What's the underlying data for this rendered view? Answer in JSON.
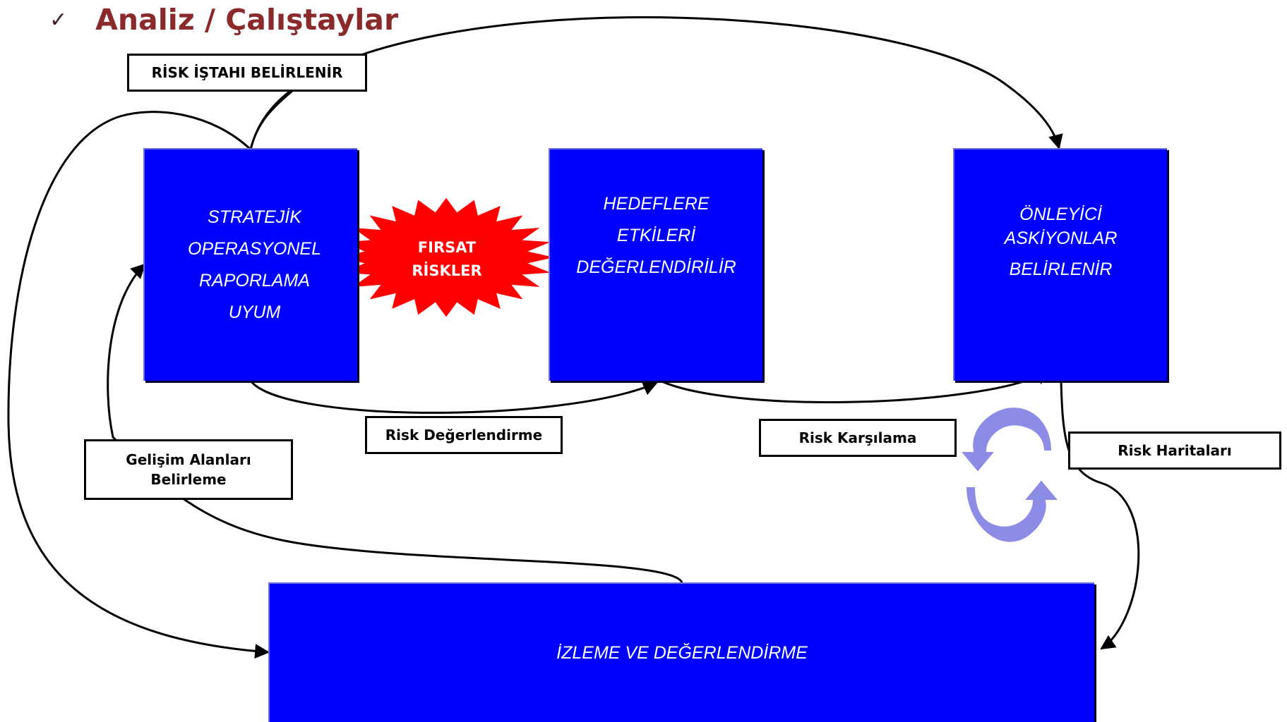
{
  "title": {
    "check_icon": "✓",
    "text": "Analiz / Çalıştaylar"
  },
  "boxes": {
    "strategic": [
      "STRATEJİK",
      "OPERASYONEL",
      "RAPORLAMA",
      "UYUM"
    ],
    "objectives": [
      "HEDEFLERE",
      "ETKİLERİ",
      "DEĞERLENDİRİLİR"
    ],
    "preventive": [
      "ÖNLEYİCİ",
      "ASKİYONLAR",
      "BELİRLENİR"
    ],
    "monitoring": "İZLEME VE DEĞERLENDİRME"
  },
  "burst": {
    "line1": "FIRSAT",
    "line2": "RİSKLER",
    "color": "#ff0000"
  },
  "labels": {
    "risk_appetite": "RİSK İŞTAHI BELİRLENİR",
    "risk_assessment": "Risk Değerlendirme",
    "risk_response": "Risk Karşılama",
    "risk_maps": "Risk Haritaları",
    "development_1": "Gelişim Alanları",
    "development_2": "Belirleme"
  },
  "colors": {
    "box": "#0000ff",
    "title": "#8b2a2a",
    "cycle_arrows": "#8c8ce6"
  }
}
